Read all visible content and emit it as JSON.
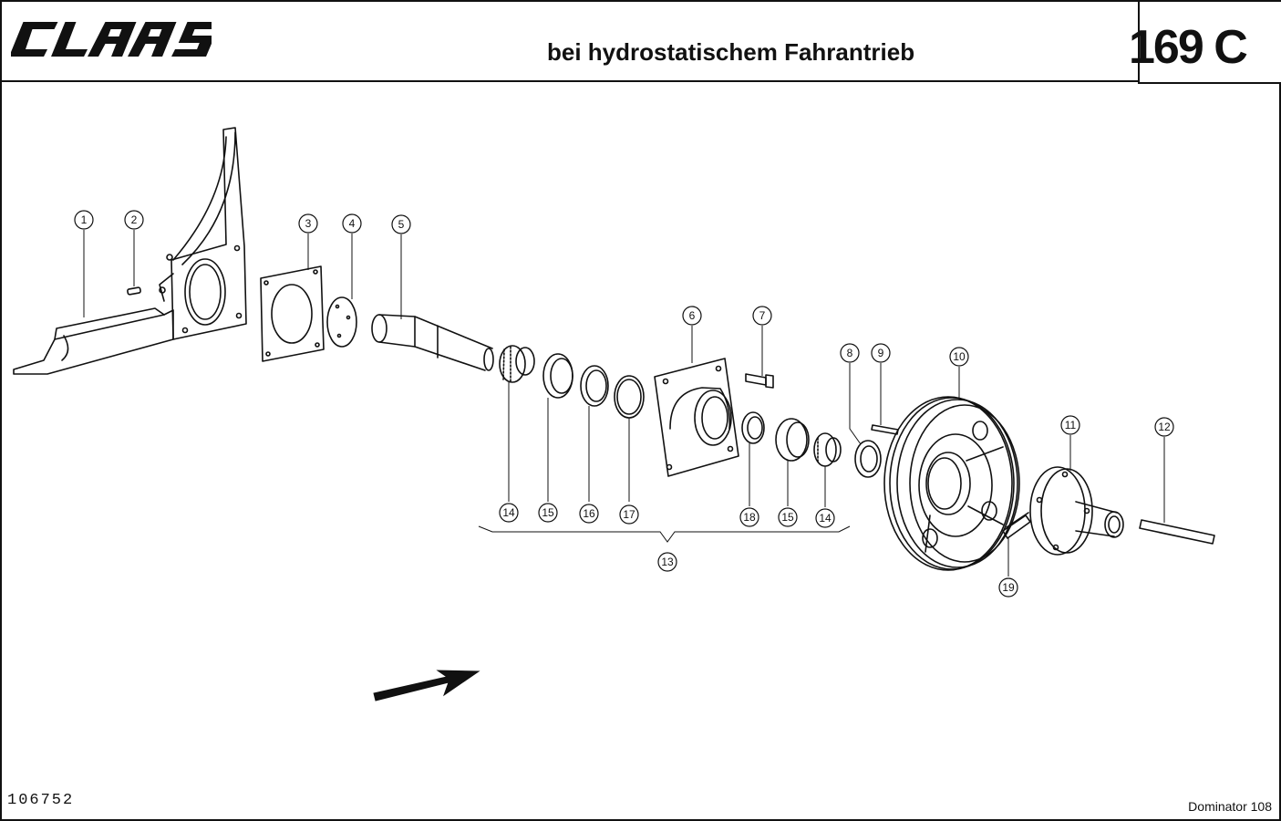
{
  "header": {
    "brand": "CLAAS",
    "title": "bei hydrostatischem Fahrantrieb",
    "page_number": "169 C"
  },
  "footer": {
    "doc_number": "106752",
    "model": "Dominator 108"
  },
  "callouts": [
    "1",
    "2",
    "3",
    "4",
    "5",
    "6",
    "7",
    "8",
    "9",
    "10",
    "11",
    "12",
    "13",
    "14",
    "15",
    "16",
    "17",
    "14",
    "15",
    "18",
    "19"
  ],
  "colors": {
    "ink": "#111111",
    "paper": "#ffffff"
  }
}
